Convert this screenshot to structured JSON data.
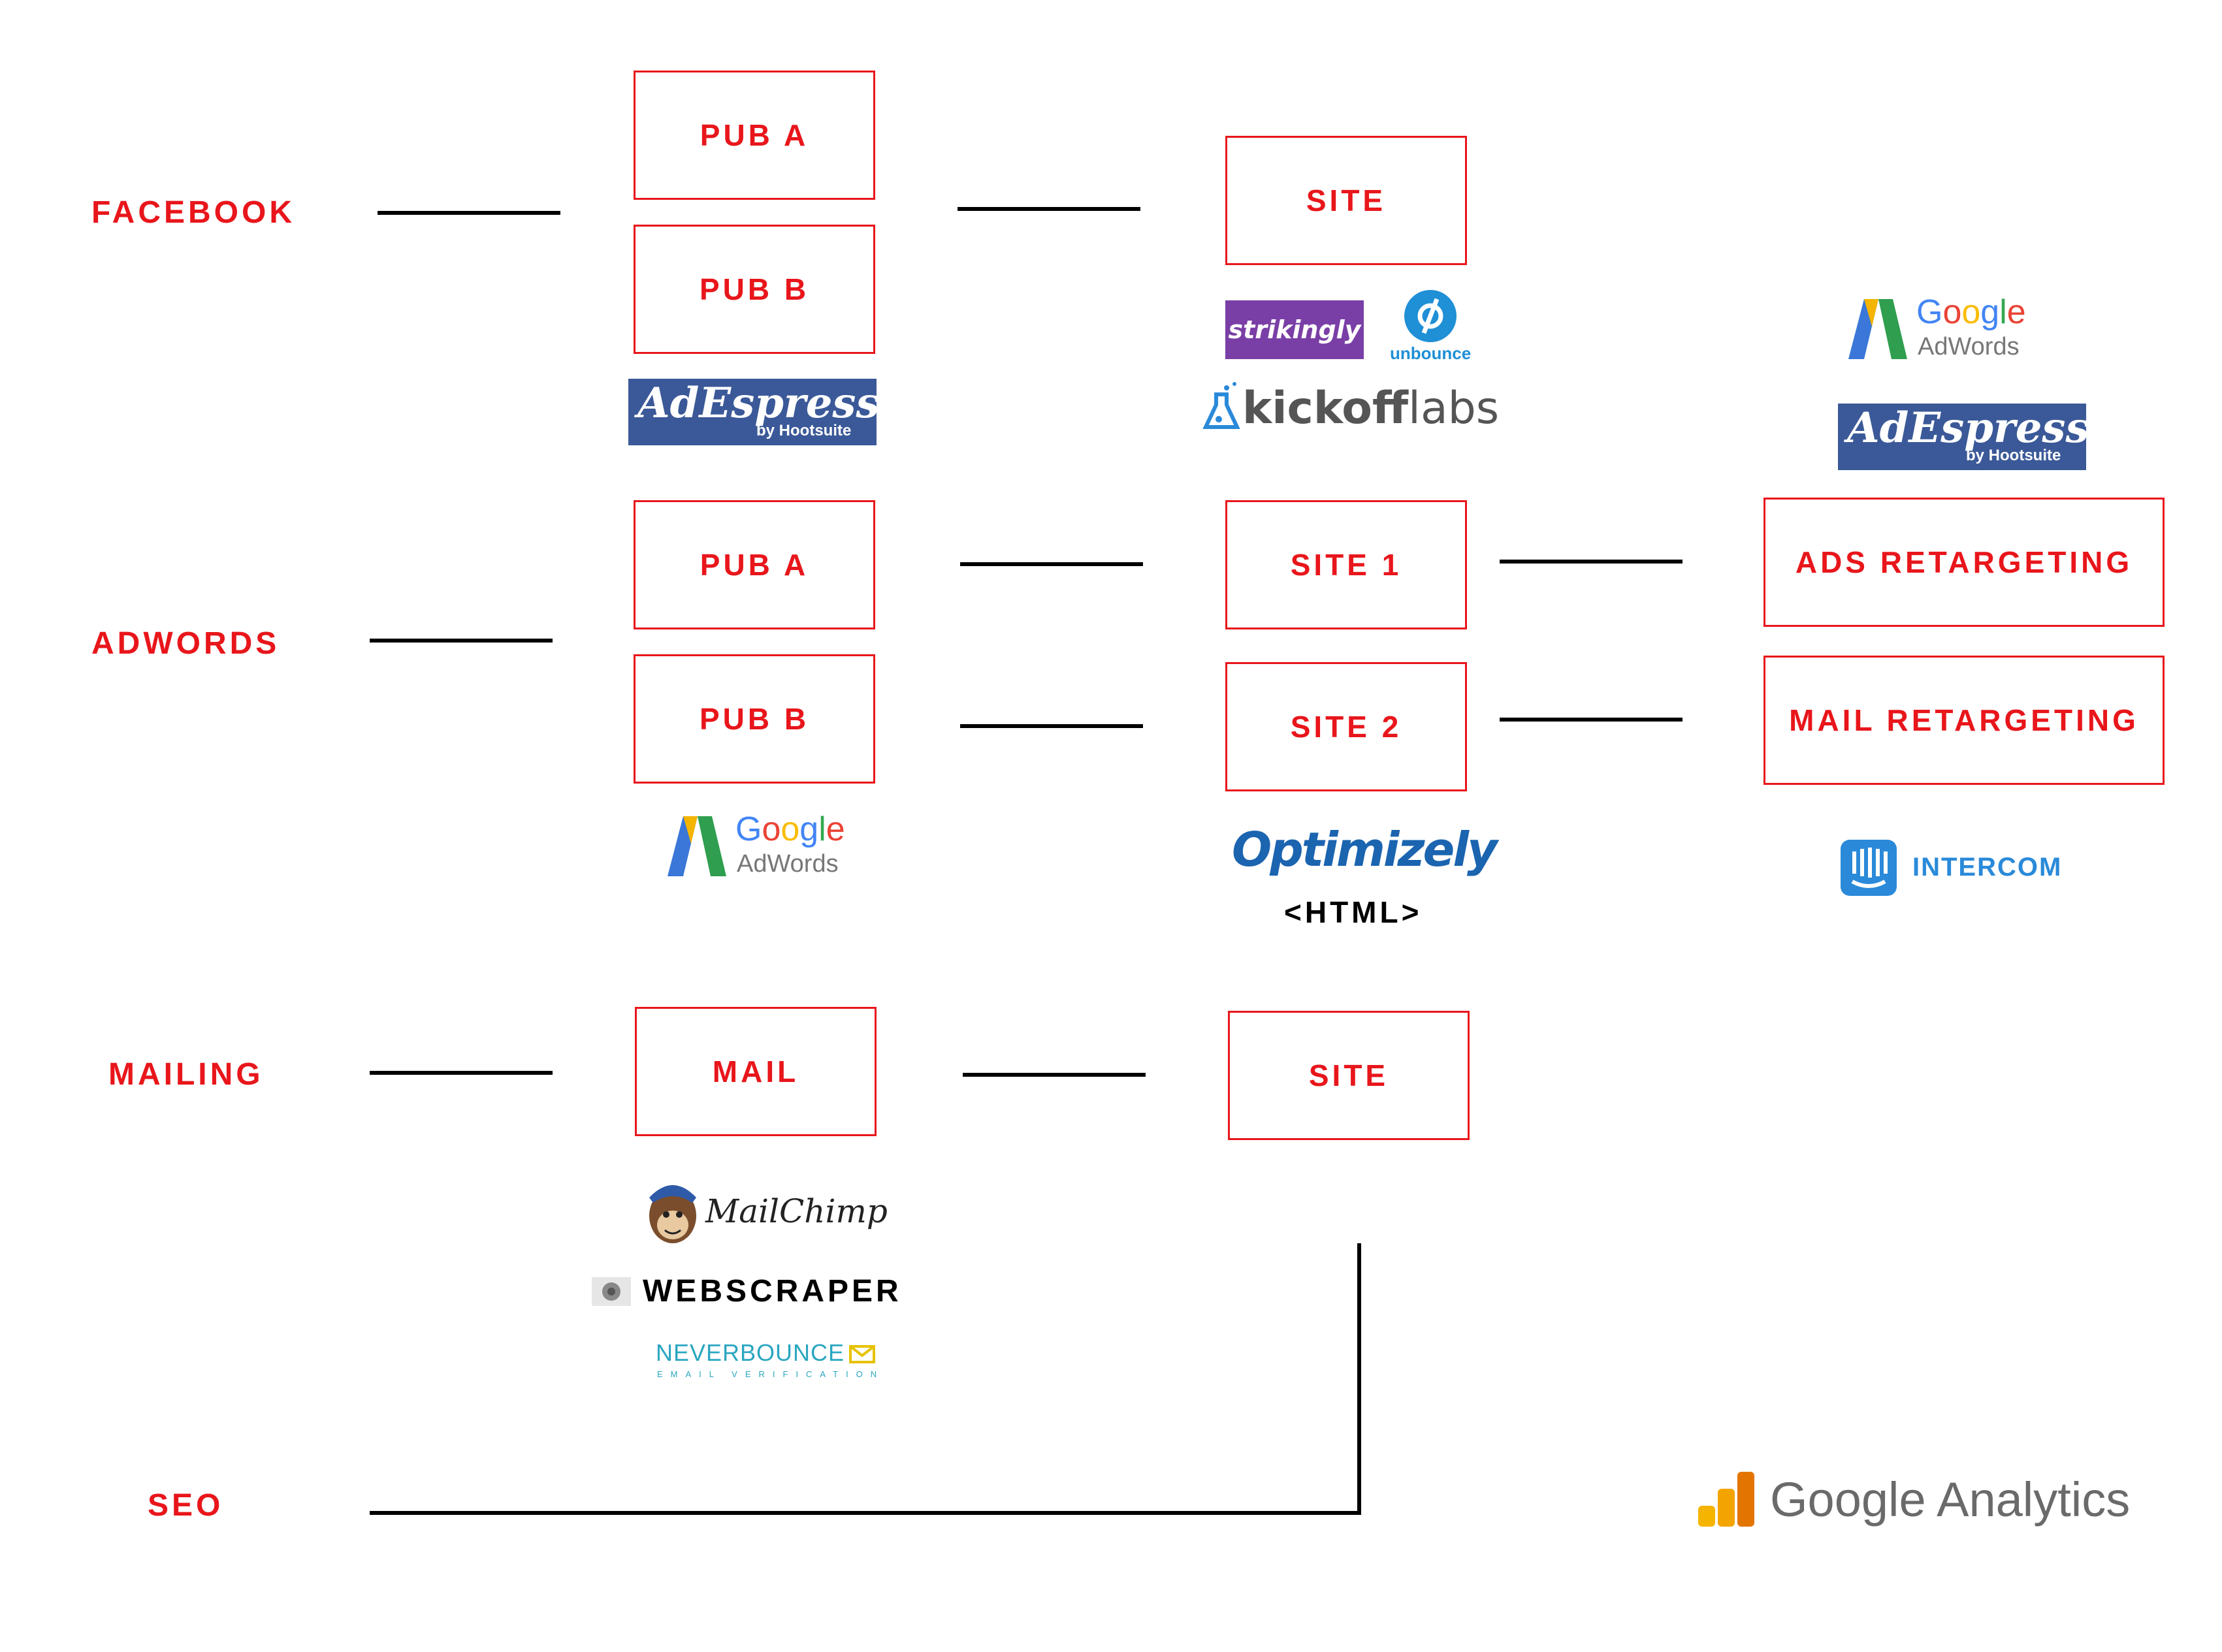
{
  "channels": {
    "facebook": "FACEBOOK",
    "adwords": "ADWORDS",
    "mailing": "MAILING",
    "seo": "SEO"
  },
  "boxes": {
    "fb_pub_a": "PUB A",
    "fb_pub_b": "PUB B",
    "fb_site": "SITE",
    "aw_pub_a": "PUB A",
    "aw_pub_b": "PUB B",
    "aw_site_1": "SITE 1",
    "aw_site_2": "SITE 2",
    "ads_retargeting": "ADS RETARGETING",
    "mail_retargeting": "MAIL RETARGETING",
    "mail": "MAIL",
    "mail_site": "SITE"
  },
  "logos": {
    "adespresso_main": "AdEspresso",
    "adespresso_sub": "by Hootsuite",
    "strikingly": "strikingly",
    "unbounce": "unbounce",
    "kickoff": "kickoff",
    "labs": "labs",
    "google": "Google",
    "adwords": "AdWords",
    "optimizely": "Optimizely",
    "html": "<HTML>",
    "intercom": "INTERCOM",
    "mailchimp": "MailChimp",
    "webscraper": "WEBSCRAPER",
    "neverbounce": "NEVERBOUNCE",
    "neverbounce_sub": "EMAIL VERIFICATION",
    "google_analytics_google": "Google",
    "google_analytics_analytics": "Analytics"
  },
  "colors": {
    "accent_red": "#e8161b",
    "line": "#000000",
    "adespresso_blue": "#3b5998",
    "strikingly_purple": "#7a3fa6",
    "unbounce_blue": "#1f8fd6",
    "optimizely_blue": "#1b64b0",
    "intercom_blue": "#2a8ad9",
    "neverbounce_teal": "#2aa6c0"
  }
}
